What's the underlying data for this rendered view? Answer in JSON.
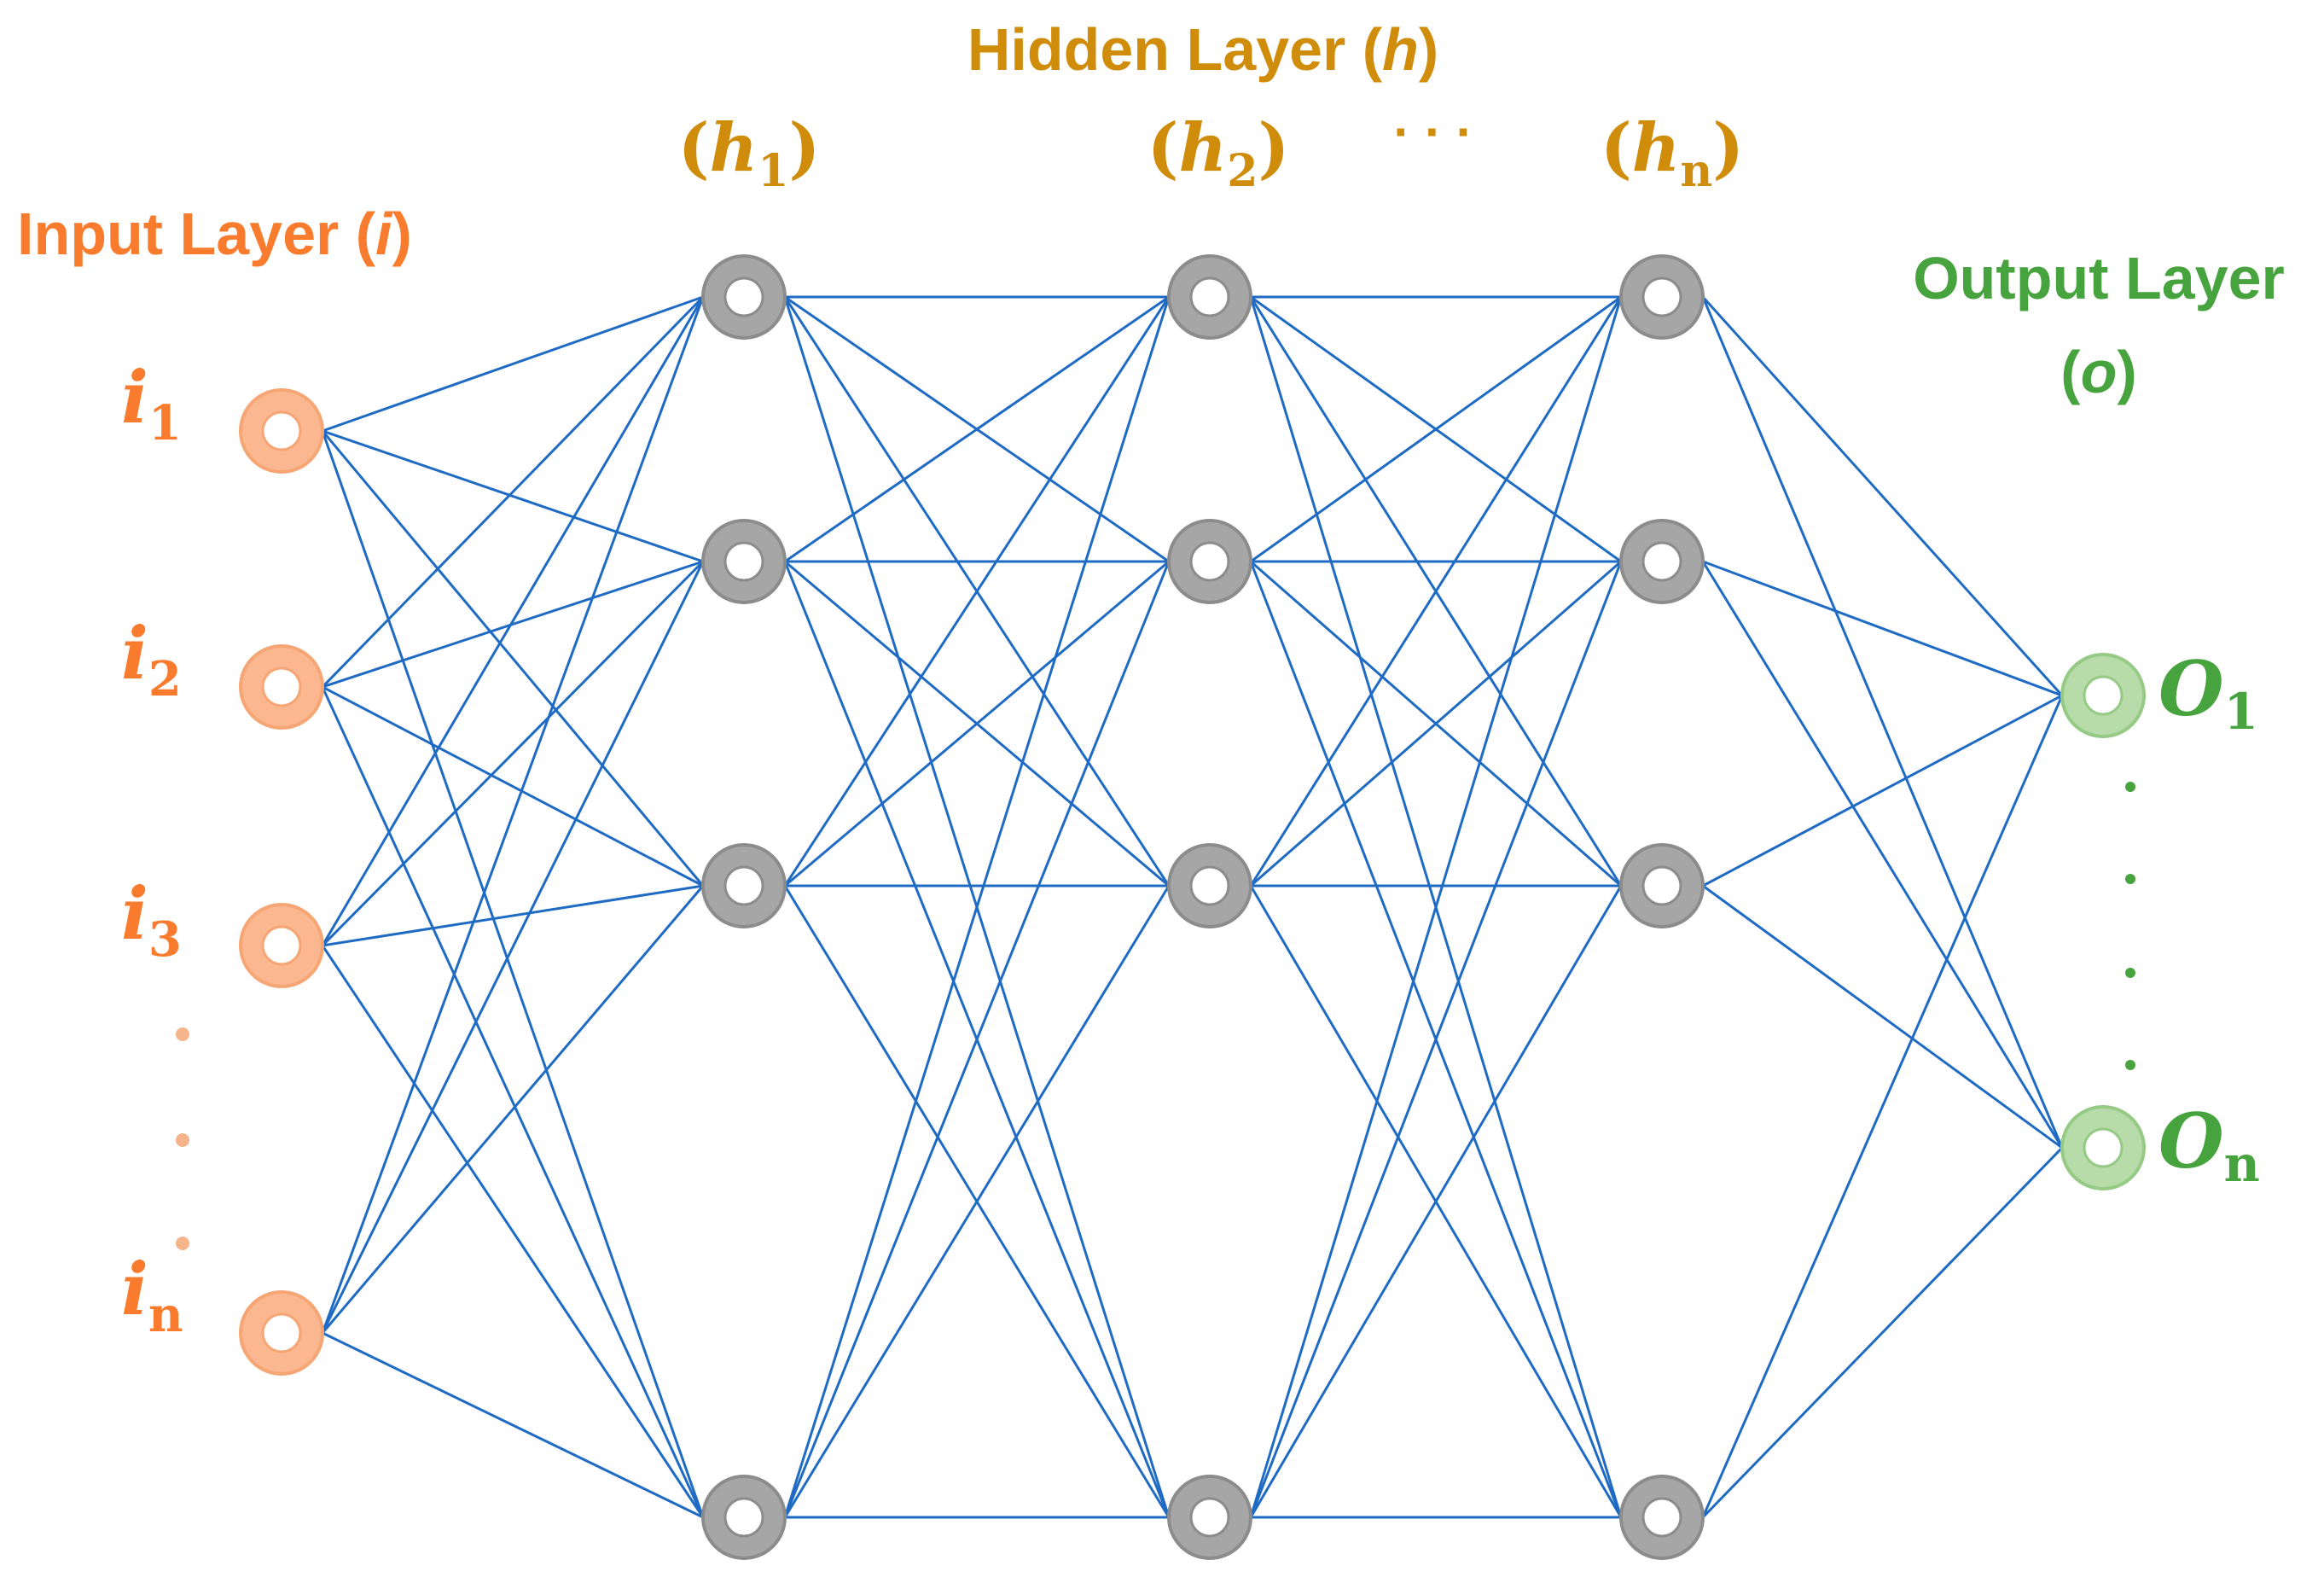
{
  "colors": {
    "input": "#F97C2E",
    "input_fill": "#FBB78F",
    "input_stroke": "#F6A675",
    "hidden": "#D08C0B",
    "hidden_fill": "#A6A6A6",
    "hidden_stroke": "#8C8C8C",
    "output": "#46A33D",
    "output_fill": "#B7DBA9",
    "output_stroke": "#96CB86",
    "edge": "#1F6BC4"
  },
  "titles": {
    "input_pre": "Input Layer (",
    "input_var": "i",
    "input_post": ")",
    "hidden_pre": "Hidden Layer (",
    "hidden_var": "h",
    "hidden_post": ")",
    "output_line1": "Output Layer",
    "output_line2_pre": "(",
    "output_line2_var": "o",
    "output_line2_post": ")"
  },
  "hidden_layer_labels": [
    {
      "var": "h",
      "sub": "1"
    },
    {
      "var": "h",
      "sub": "2"
    },
    {
      "var": "h",
      "sub": "n"
    }
  ],
  "hidden_ellipsis": "· · ·",
  "input_labels": [
    {
      "var": "i",
      "sub": "1"
    },
    {
      "var": "i",
      "sub": "2"
    },
    {
      "var": "i",
      "sub": "3"
    },
    {
      "var": "i",
      "sub": "n"
    }
  ],
  "output_labels": [
    {
      "var": "O",
      "sub": "1"
    },
    {
      "var": "O",
      "sub": "n"
    }
  ],
  "layers": {
    "input_nodes": 4,
    "hidden_columns": 3,
    "hidden_nodes_per_column": 4,
    "output_nodes": 2
  }
}
